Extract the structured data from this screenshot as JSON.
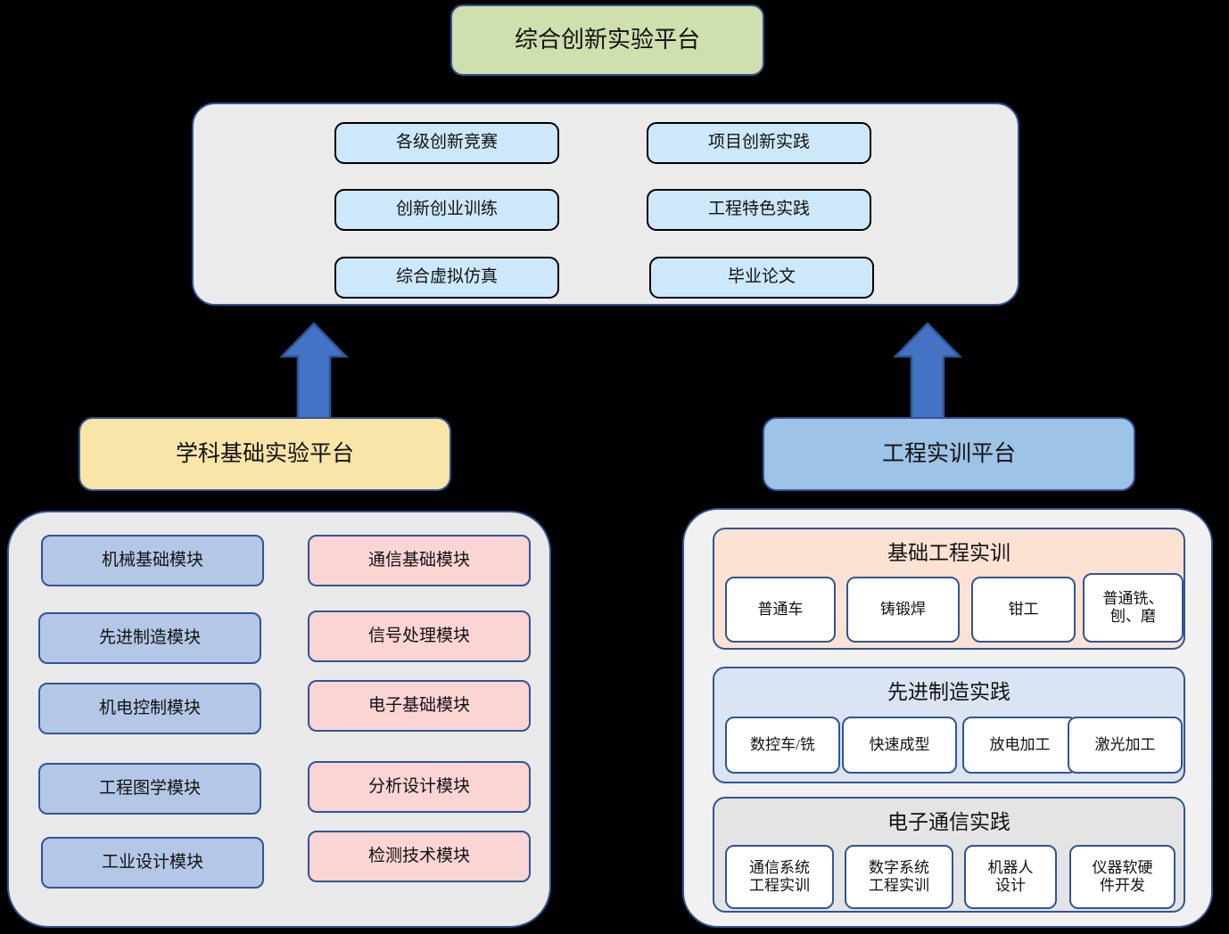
{
  "top_platform": {
    "label": "综合创新实验平台",
    "fill": "#cfdfae",
    "border": "#2f5597"
  },
  "innovation_group": {
    "fill": "#ebebeb",
    "item_fill": "#cde8fb",
    "items": [
      {
        "label": "各级创新竞赛"
      },
      {
        "label": "项目创新实践"
      },
      {
        "label": "创新创业训练"
      },
      {
        "label": "工程特色实践"
      },
      {
        "label": "综合虚拟仿真"
      },
      {
        "label": "毕业论文"
      }
    ]
  },
  "arrows": [
    {
      "name": "arrow-left-up",
      "color": "#4472c4",
      "stroke": "#2f5597"
    },
    {
      "name": "arrow-right-up",
      "color": "#4472c4",
      "stroke": "#2f5597"
    }
  ],
  "subject_platform": {
    "label": "学科基础实验平台",
    "fill": "#fae5a8",
    "border": "#2f5597"
  },
  "engineering_platform": {
    "label": "工程实训平台",
    "fill": "#9dc3e6",
    "border": "#2f5597"
  },
  "subject_modules": {
    "fill": "#e9e9e9",
    "left_column_fill": "#b4c7e7",
    "right_column_fill": "#fbd4d4",
    "left_column": [
      {
        "label": "机械基础模块"
      },
      {
        "label": "先进制造模块"
      },
      {
        "label": "机电控制模块"
      },
      {
        "label": "工程图学模块"
      },
      {
        "label": "工业设计模块"
      }
    ],
    "right_column": [
      {
        "label": "通信基础模块"
      },
      {
        "label": "信号处理模块"
      },
      {
        "label": "电子基础模块"
      },
      {
        "label": "分析设计模块"
      },
      {
        "label": "检测技术模块"
      }
    ]
  },
  "training_modules": {
    "fill": "#f1f1f1",
    "sections": [
      {
        "title": "基础工程实训",
        "fill": "#fbe2d3",
        "items": [
          {
            "label": "普通车"
          },
          {
            "label": "铸锻焊"
          },
          {
            "label": "钳工"
          },
          {
            "label": "普通铣、\n刨、磨"
          }
        ]
      },
      {
        "title": "先进制造实践",
        "fill": "#dbe4f3",
        "items": [
          {
            "label": "数控车/铣"
          },
          {
            "label": "快速成型"
          },
          {
            "label": "放电加工"
          },
          {
            "label": "激光加工"
          }
        ]
      },
      {
        "title": "电子通信实践",
        "fill": "#e4e4e4",
        "items": [
          {
            "label": "通信系统\n工程实训"
          },
          {
            "label": "数字系统\n工程实训"
          },
          {
            "label": "机器人\n设计"
          },
          {
            "label": "仪器软硬\n件开发"
          }
        ]
      }
    ]
  }
}
